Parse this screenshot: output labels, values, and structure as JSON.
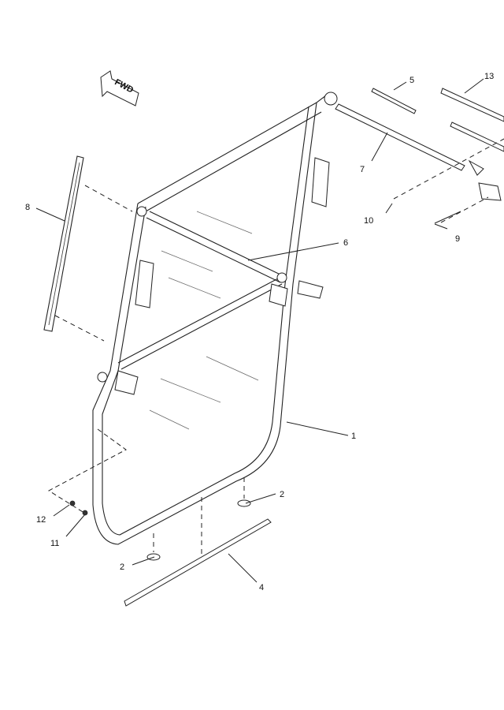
{
  "fwd_label": "FWD",
  "callouts": {
    "c1": "1",
    "c2a": "2",
    "c2b": "2",
    "c4": "4",
    "c5": "5",
    "c6": "6",
    "c7": "7",
    "c8": "8",
    "c9": "9",
    "c10": "10",
    "c11": "11",
    "c12": "12",
    "c13": "13"
  }
}
